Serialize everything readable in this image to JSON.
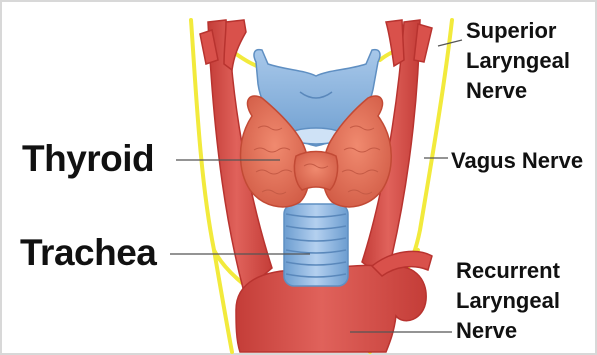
{
  "labels": {
    "thyroid": "Thyroid",
    "trachea": "Trachea",
    "superior_laryngeal_nerve": [
      "Superior",
      "Laryngeal",
      "Nerve"
    ],
    "vagus_nerve": "Vagus Nerve",
    "recurrent_laryngeal_nerve": [
      "Recurrent",
      "Laryngeal",
      "Nerve"
    ]
  },
  "colors": {
    "artery": "#d9514b",
    "artery_dark": "#b8332f",
    "nerve": "#f2ea3c",
    "thyroid": "#e8765e",
    "cartilage": "#8fb7e0",
    "trachea": "#8fb9e6",
    "border": "#d8d8d8"
  }
}
